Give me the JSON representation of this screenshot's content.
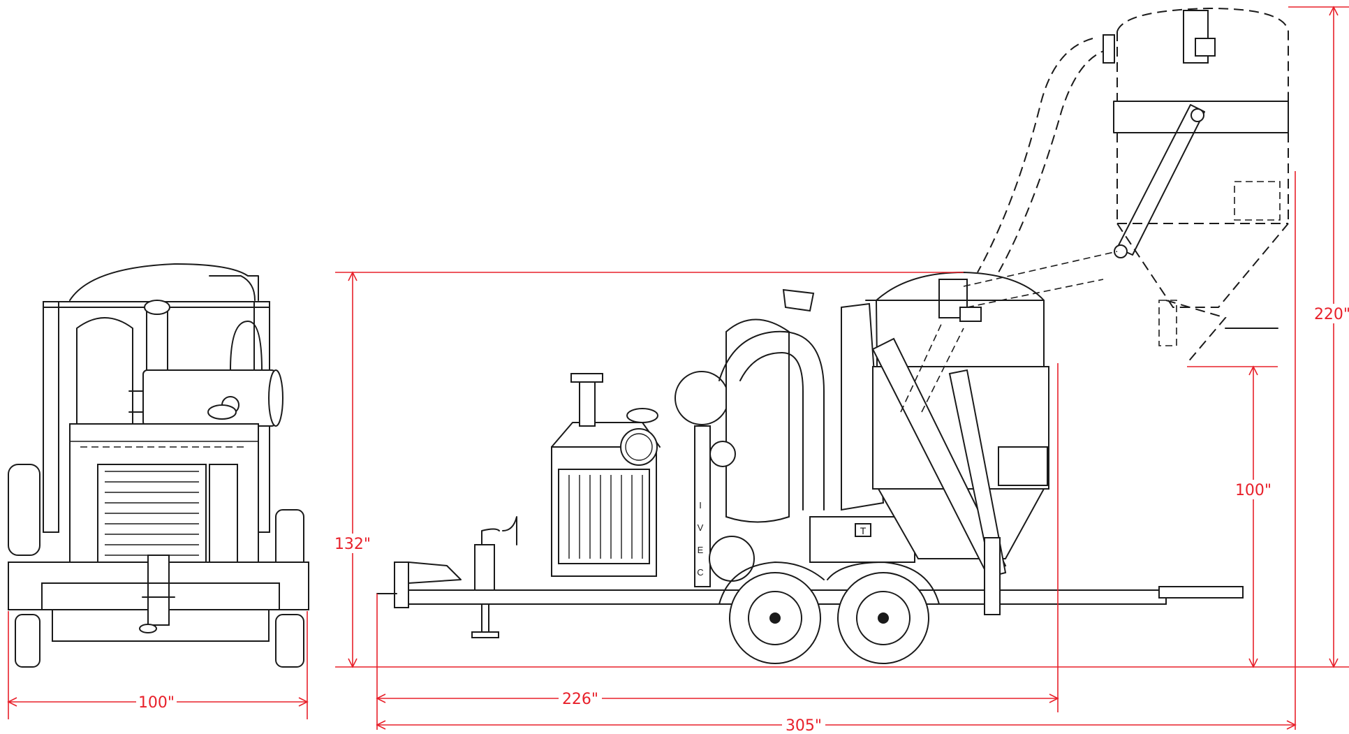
{
  "colors": {
    "line": "#1a1a1a",
    "dimension": "#e8202a",
    "background": "#ffffff"
  },
  "dimensions": {
    "front_width": "100\"",
    "overall_height_transport": "132\"",
    "length_transport": "226\"",
    "length_raised": "305\"",
    "discharge_clearance": "100\"",
    "overall_height_raised": "220\""
  },
  "side_view": {
    "toolbox_mark": "T",
    "mast_lettering": [
      "I",
      "V",
      "E",
      "C"
    ]
  }
}
